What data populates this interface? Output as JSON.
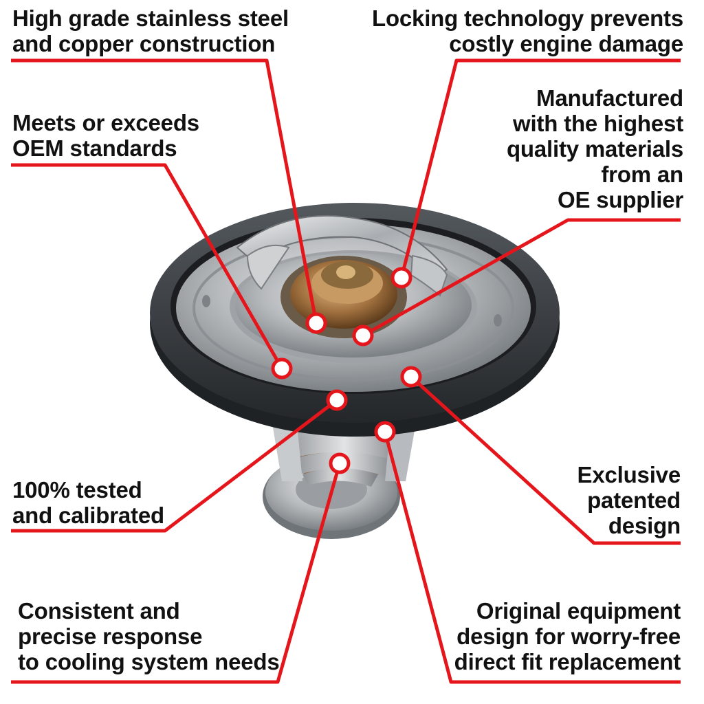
{
  "colors": {
    "callout_red": "#e4161b",
    "text": "#111111",
    "background": "#ffffff",
    "gasket": "#3b3f44",
    "steel": "#b9bcbf",
    "copper": "#9a6a3a"
  },
  "product": {
    "icon": "thermostat-product-illustration"
  },
  "callouts": {
    "c1": {
      "lines": [
        "High grade stainless steel",
        "and copper construction"
      ]
    },
    "c2": {
      "lines": [
        "Locking technology prevents",
        "costly engine damage"
      ]
    },
    "c3": {
      "lines": [
        "Meets or exceeds",
        "OEM standards"
      ]
    },
    "c4": {
      "lines": [
        "Manufactured",
        "with the highest",
        "quality materials",
        "from an",
        "OE supplier"
      ]
    },
    "c5": {
      "lines": [
        "100% tested",
        "and calibrated"
      ]
    },
    "c6": {
      "lines": [
        "Exclusive",
        "patented",
        "design"
      ]
    },
    "c7": {
      "lines": [
        "Consistent and",
        "precise response",
        "to cooling system needs"
      ]
    },
    "c8": {
      "lines": [
        "Original equipment",
        "design for worry-free",
        "direct fit replacement"
      ]
    }
  }
}
